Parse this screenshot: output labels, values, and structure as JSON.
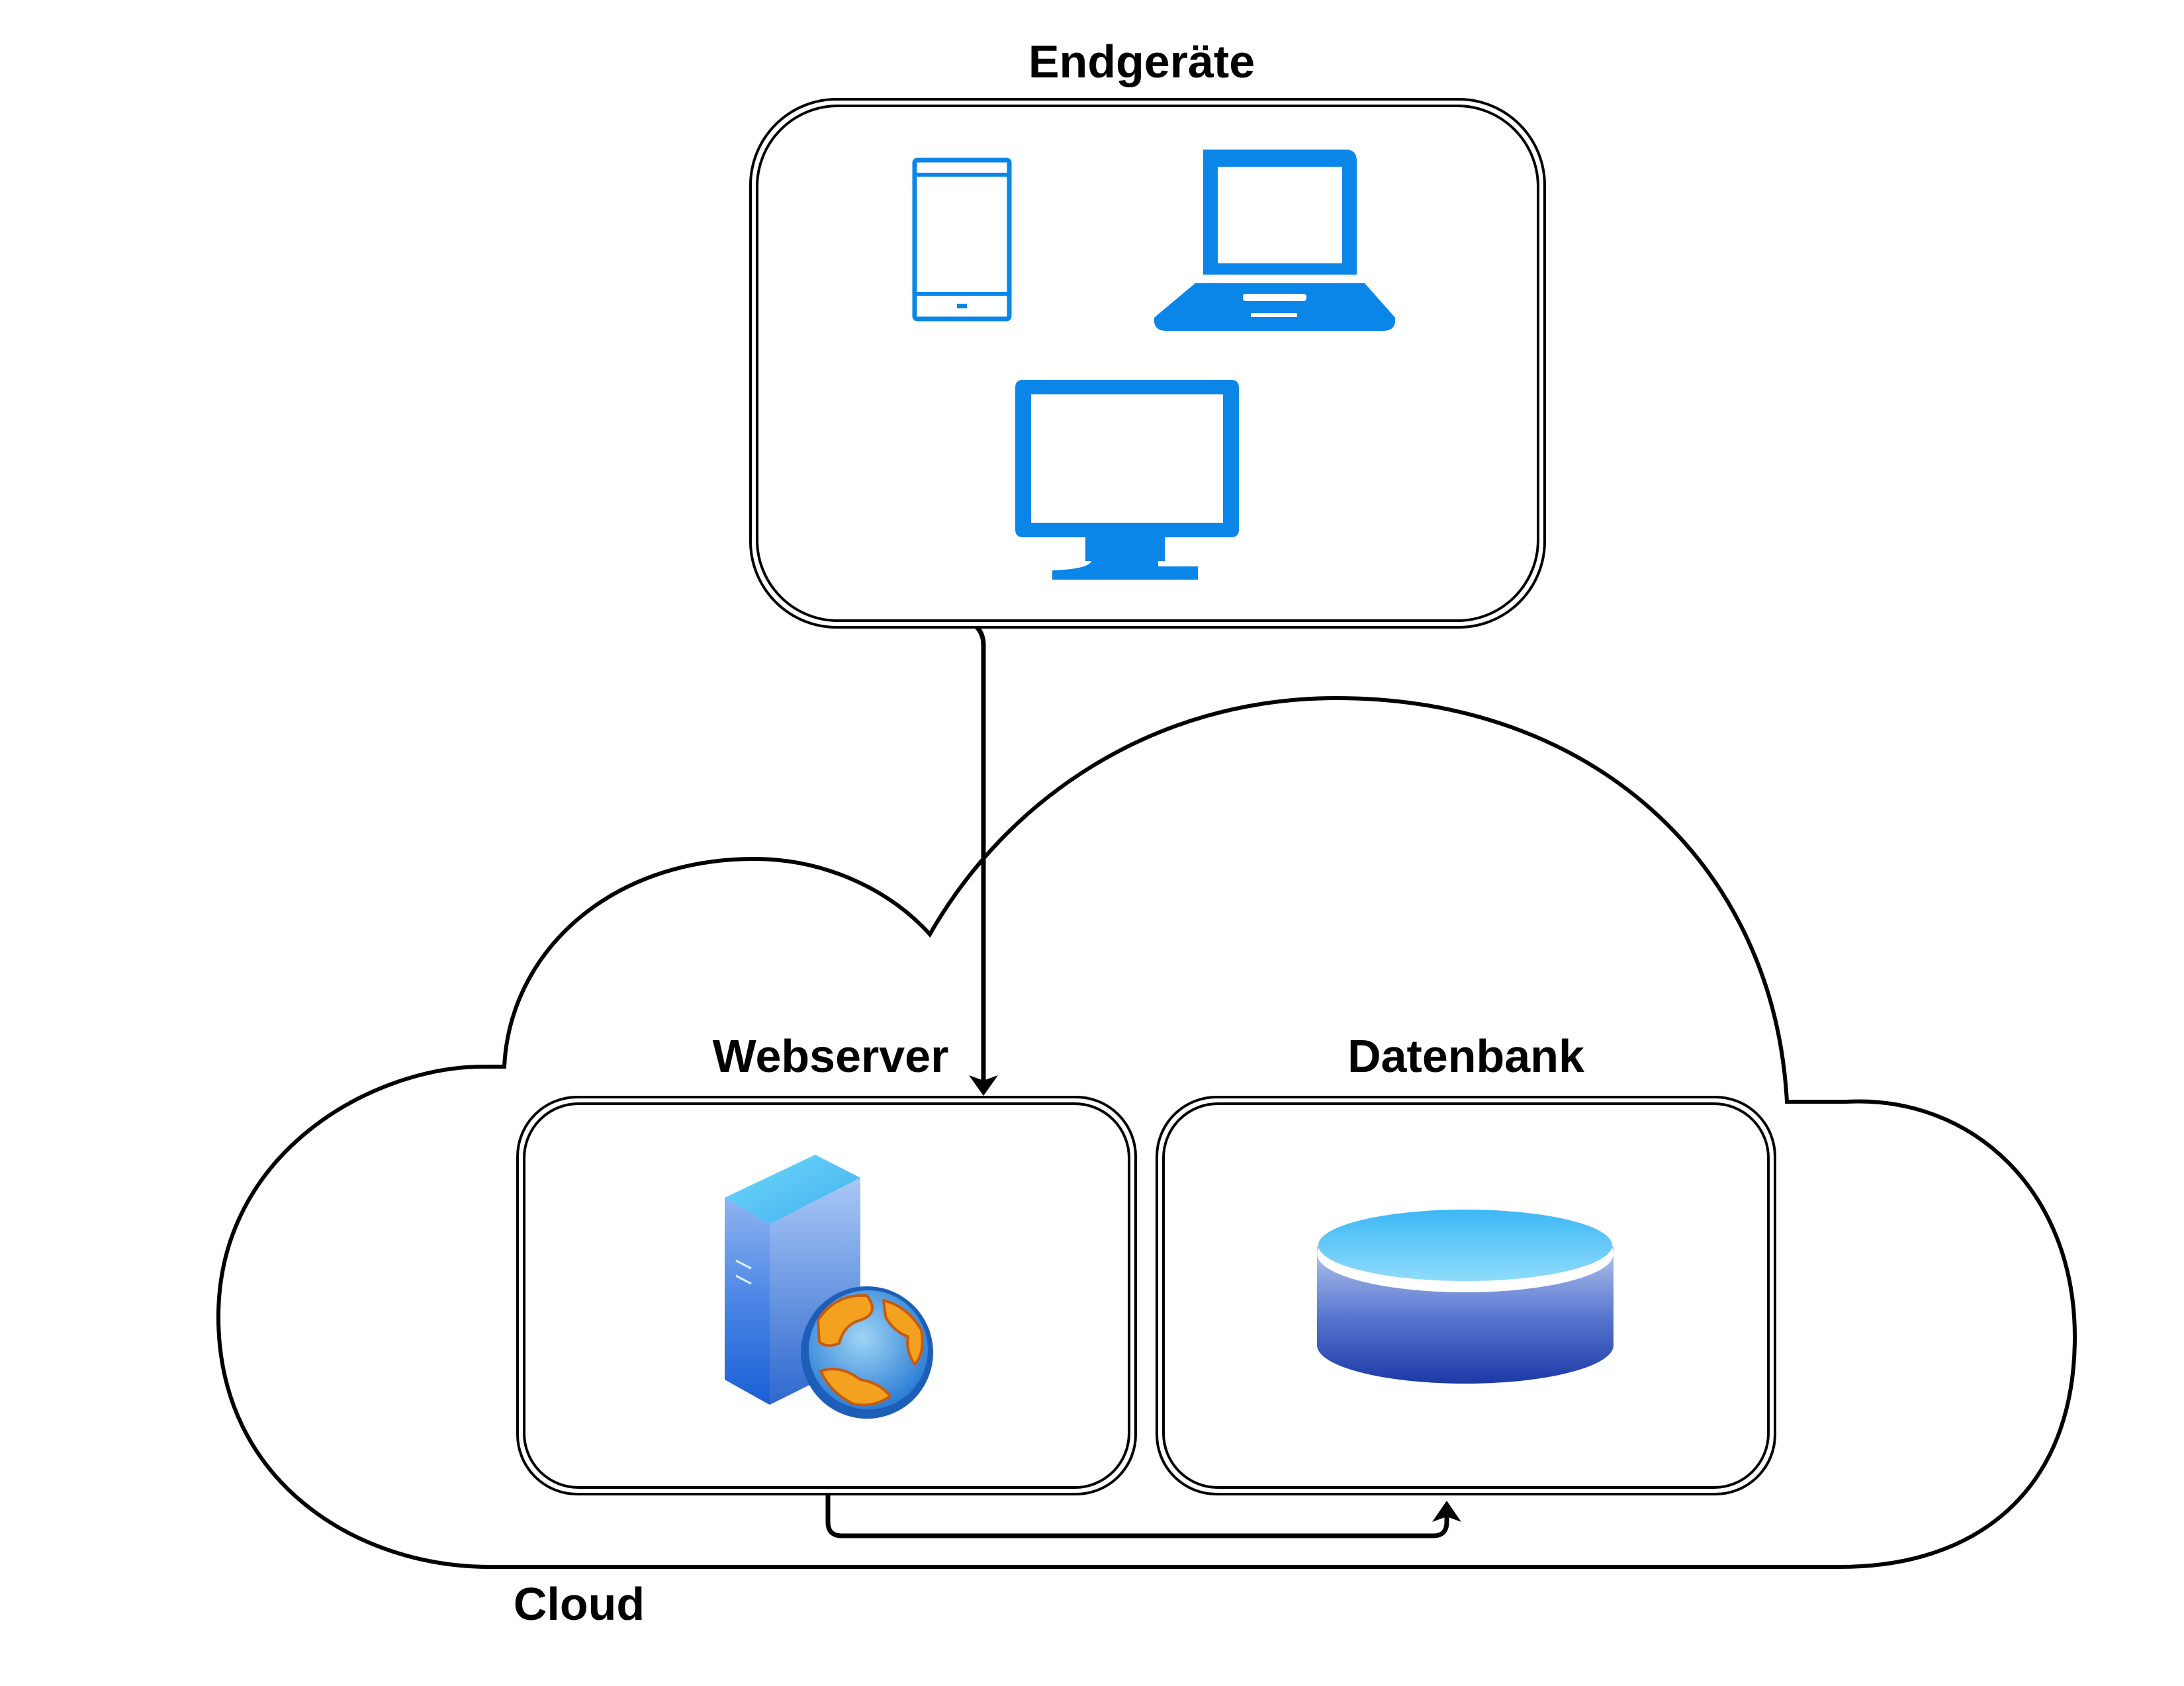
{
  "labels": {
    "endgeraete": "Endgeräte",
    "webserver": "Webserver",
    "datenbank": "Datenbank",
    "cloud": "Cloud"
  },
  "icons": {
    "tablet": "tablet-icon",
    "laptop": "laptop-icon",
    "monitor": "monitor-icon",
    "web_server": "web-server-icon",
    "globe": "globe-icon",
    "database": "database-icon"
  },
  "colors": {
    "device_blue": "#0a86e8",
    "outline": "#000000",
    "server_top": "#61c8f5",
    "server_side": "#2a6fd8",
    "db_top": "#5cc4f7",
    "db_body_dark": "#1a3fa8",
    "globe_orange": "#e8861a"
  },
  "connections": [
    {
      "from": "Endgeräte",
      "to": "Webserver"
    },
    {
      "from": "Webserver",
      "to": "Datenbank"
    }
  ]
}
